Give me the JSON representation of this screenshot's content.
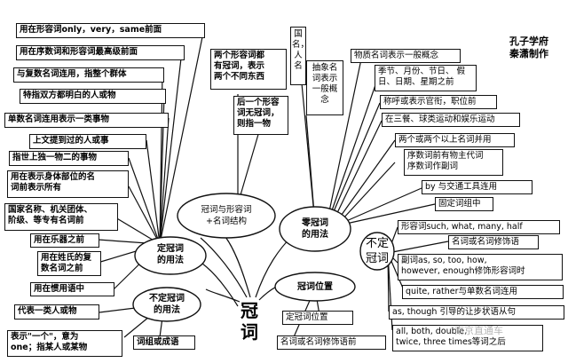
{
  "credit": "孔子学府\n秦潇制作",
  "trunk": "冠\n词",
  "watermark": "南京直通车",
  "hubs": {
    "definite": "定冠词\n的用法",
    "indefinite": "不定冠词\n的用法",
    "adj_combo": "冠词与形容词\n+名词结构",
    "zero": "零冠词\n的用法",
    "position": "冠词位置",
    "indef_small": "不定\n冠词"
  },
  "definite_uses": [
    "用在形容词only，very，same前面",
    "用在序数词和形容词最高级前面",
    "与复数名词连用，指整个群体",
    "特指双方都明白的人或物",
    "单数名词连用表示一类事物",
    "上文提到过的人或事",
    "指世上独一物二的事物",
    "用在表示身体部位的名\n词前表示所有",
    "国家名称、机关团体、\n阶级、等专有名词前",
    "用在乐器之前",
    "用在姓氏的复\n数名词之前",
    "用在惯用语中"
  ],
  "indefinite_uses": [
    "代表一类人或物",
    "表示\"一个\"，意为\none；指某人或某物",
    "词组或成语"
  ],
  "adj_notes": [
    "两个形容词都\n有冠词，表示\n两个不同东西",
    "后一个形容\n词无冠词，\n则指一物"
  ],
  "vertical": [
    "国名，人名",
    "抽象名\n词表示\n一般概\n念"
  ],
  "zero_uses": [
    "物质名词表示一般概念",
    "季节、月份、节日、 假\n日、日期、星期之前",
    "称呼或表示官衔，职位前",
    "在三餐、球类运动和娱乐运动",
    "两个或两个以上名词并用",
    "序数词前有物主代词\n序数词作副词",
    "by 与交通工具连用",
    "固定词组中"
  ],
  "indef_position": [
    "形容词such, what, many, half",
    "名词或名词修饰语",
    "副词as, so, too, how,\nhowever, enough修饰形容词时",
    "quite, rather与单数名词连用",
    "as, though 引导的让步状语从句",
    "all, both, double,\ntwice, three times等词之后"
  ],
  "def_position": [
    "定冠词位置",
    "名词或名词修饰语前"
  ]
}
